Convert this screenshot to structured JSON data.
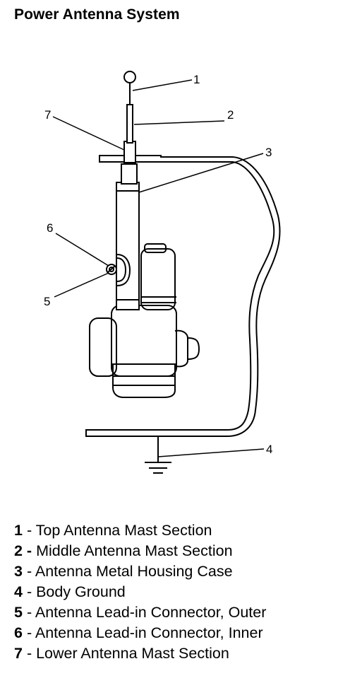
{
  "title": "Power Antenna System",
  "callouts": [
    "1",
    "2",
    "3",
    "4",
    "5",
    "6",
    "7"
  ],
  "legend": [
    {
      "number": "1",
      "text": " - Top Antenna Mast Section"
    },
    {
      "number": "2 -",
      "text": " Middle Antenna Mast Section"
    },
    {
      "number": "3",
      "text": " - Antenna Metal Housing Case"
    },
    {
      "number": "4",
      "text": " - Body Ground"
    },
    {
      "number": "5",
      "text": " - Antenna Lead-in Connector, Outer"
    },
    {
      "number": "6",
      "text": " - Antenna Lead-in Connector, Inner"
    },
    {
      "number": "7",
      "text": " - Lower Antenna Mast Section"
    }
  ]
}
